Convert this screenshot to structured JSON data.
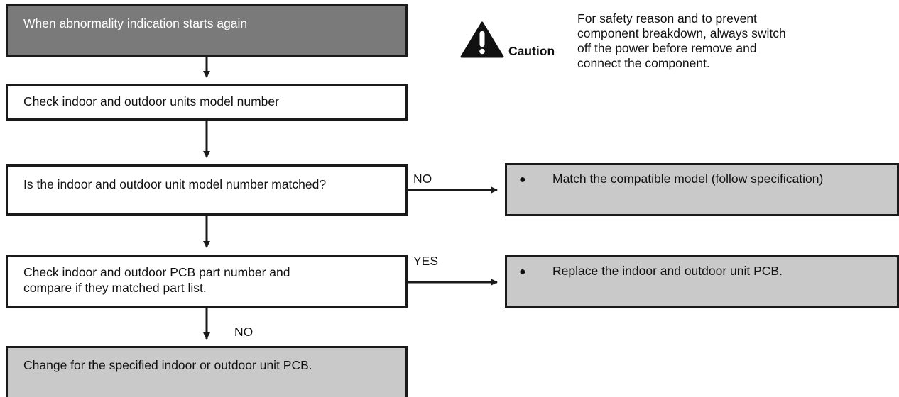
{
  "flowchart": {
    "start": "When abnormality indication starts again",
    "step_check_model": "Check indoor and outdoor units model number",
    "decision_model_match": "Is the indoor and outdoor unit model number matched?",
    "step_check_pcb": [
      "Check indoor and outdoor PCB part number and",
      "compare if they matched part list."
    ],
    "end_change_pcb": "Change for the specified indoor or outdoor unit PCB.",
    "action_match_model": "Match the compatible model (follow specification)",
    "action_replace_pcb": "Replace the indoor and outdoor unit PCB.",
    "bullet": "●",
    "edge_no_1": "NO",
    "edge_yes": "YES",
    "edge_no_2": "NO"
  },
  "caution": {
    "icon": "warning-triangle-icon",
    "label": "Caution",
    "text_lines": [
      "For safety reason and to prevent",
      "component breakdown, always switch",
      "off the power before remove and",
      "connect the component."
    ]
  },
  "colors": {
    "start_fill": "#7a7a7a",
    "action_fill": "#c9c9c9",
    "line": "#1a1a1a"
  }
}
